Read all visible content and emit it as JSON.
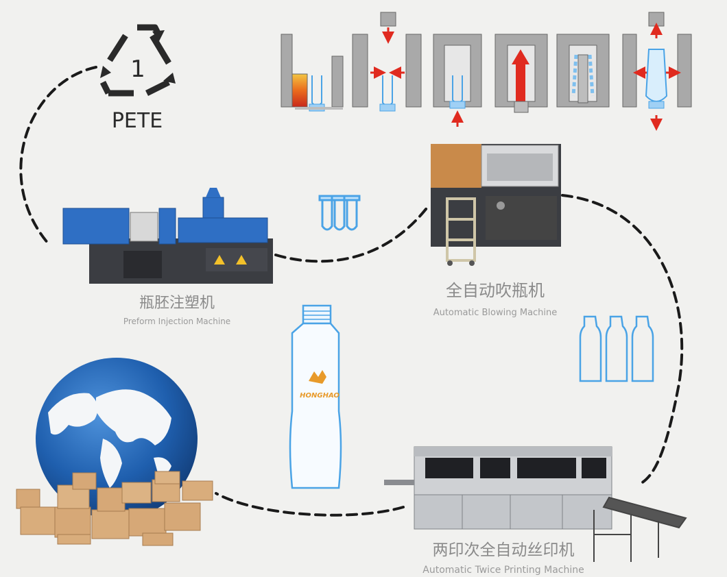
{
  "recycle_symbol": {
    "number": "1",
    "code": "PETE"
  },
  "machines": {
    "preform_injection": {
      "name_cn": "瓶胚注塑机",
      "name_en": "Preform Injection Machine"
    },
    "blowing": {
      "name_cn": "全自动吹瓶机",
      "name_en": "Automatic Blowing Machine"
    },
    "printing": {
      "name_cn": "两印次全自动丝印机",
      "name_en": "Automatic Twice Printing Machine"
    }
  },
  "brand_text": "HONGHAO",
  "colors": {
    "background": "#f1f1ef",
    "machine_blue": "#2f6fc4",
    "machine_dark": "#3b3d42",
    "machine_orange": "#c98a4a",
    "arrow_red": "#e02a1f",
    "bottle_outline": "#4aa3e6",
    "globe_ocean": "#1f5fae",
    "box_cardboard": "#d6a877"
  }
}
